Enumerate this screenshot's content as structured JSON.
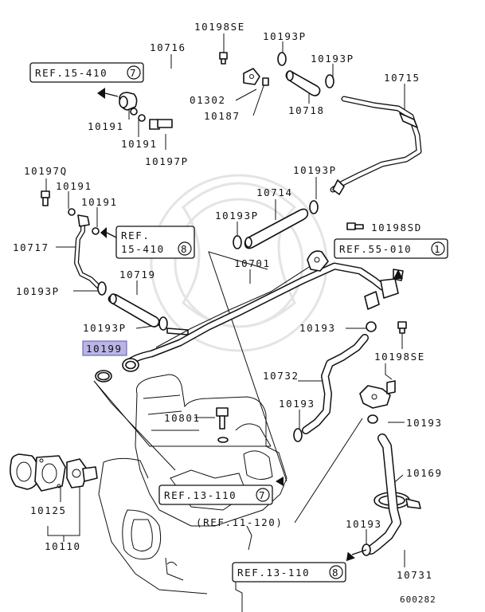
{
  "diagram_id": "600282",
  "highlighted_part": "10199",
  "part_labels": {
    "p10198SE_top": "10198SE",
    "p10193P_top": "10193P",
    "p10716": "10716",
    "p10193P_top2": "10193P",
    "p10715": "10715",
    "p01302": "01302",
    "p10718": "10718",
    "p10187": "10187",
    "p10191_a": "10191",
    "p10191_b": "10191",
    "p10197P": "10197P",
    "p10197Q": "10197Q",
    "p10191_c": "10191",
    "p10191_d": "10191",
    "p10193P_mid": "10193P",
    "p10714": "10714",
    "p10193P_left": "10193P",
    "p10198SD": "10198SD",
    "p10717": "10717",
    "p10701": "10701",
    "p10193P_low": "10193P",
    "p10719": "10719",
    "p10193P_low2": "10193P",
    "p10193_mid": "10193",
    "p10199": "10199",
    "p10198SE_mid": "10198SE",
    "p10732": "10732",
    "p10801": "10801",
    "p10193_low": "10193",
    "p10193_right": "10193",
    "p10125": "10125",
    "p10169": "10169",
    "p10110": "10110",
    "p10193_bot": "10193",
    "p10731": "10731"
  },
  "ref_labels": {
    "ref_15_410_7": "REF.15-410",
    "ref_15_410_7_num": "7",
    "ref_15_410_8_a": "REF.",
    "ref_15_410_8_b": "15-410",
    "ref_15_410_8_num": "8",
    "ref_55_010_1": "REF.55-010",
    "ref_55_010_1_num": "1",
    "ref_13_110_7": "REF.13-110",
    "ref_13_110_7_num": "7",
    "ref_11_120": "(REF.11-120)",
    "ref_13_110_8": "REF.13-110",
    "ref_13_110_8_num": "8"
  }
}
